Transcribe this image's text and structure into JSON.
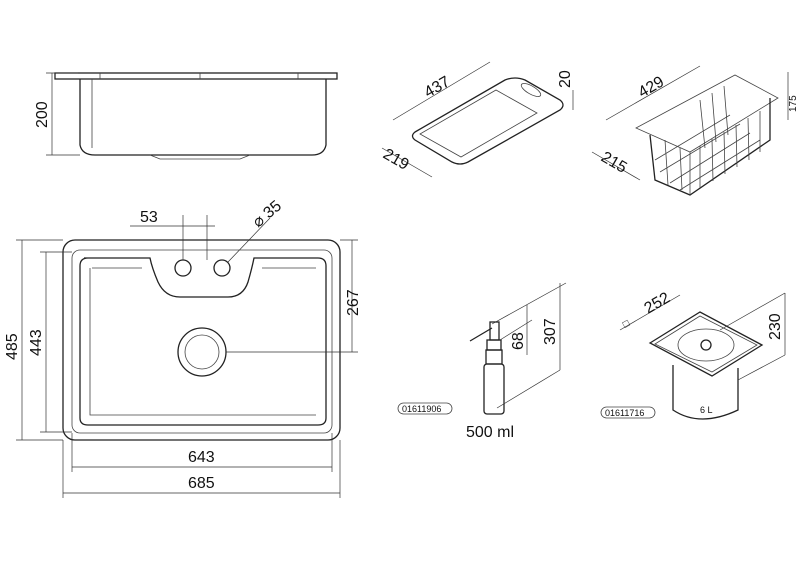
{
  "sink": {
    "side_height": "200",
    "hole_spacing": "53",
    "hole_diameter": "⌀ 35",
    "outer_depth": "485",
    "inner_depth": "443",
    "drain_offset": "267",
    "inner_width": "643",
    "outer_width": "685"
  },
  "cutting_board": {
    "length": "437",
    "width": "219",
    "height": "20"
  },
  "basket": {
    "length": "429",
    "width": "215",
    "height": "175"
  },
  "dispenser": {
    "code": "01611906",
    "height": "307",
    "top_height": "68",
    "volume": "500 ml"
  },
  "waste_bin": {
    "code": "01611716",
    "size": "252",
    "size_symbol": "□",
    "height": "230",
    "volume": "6 L"
  }
}
